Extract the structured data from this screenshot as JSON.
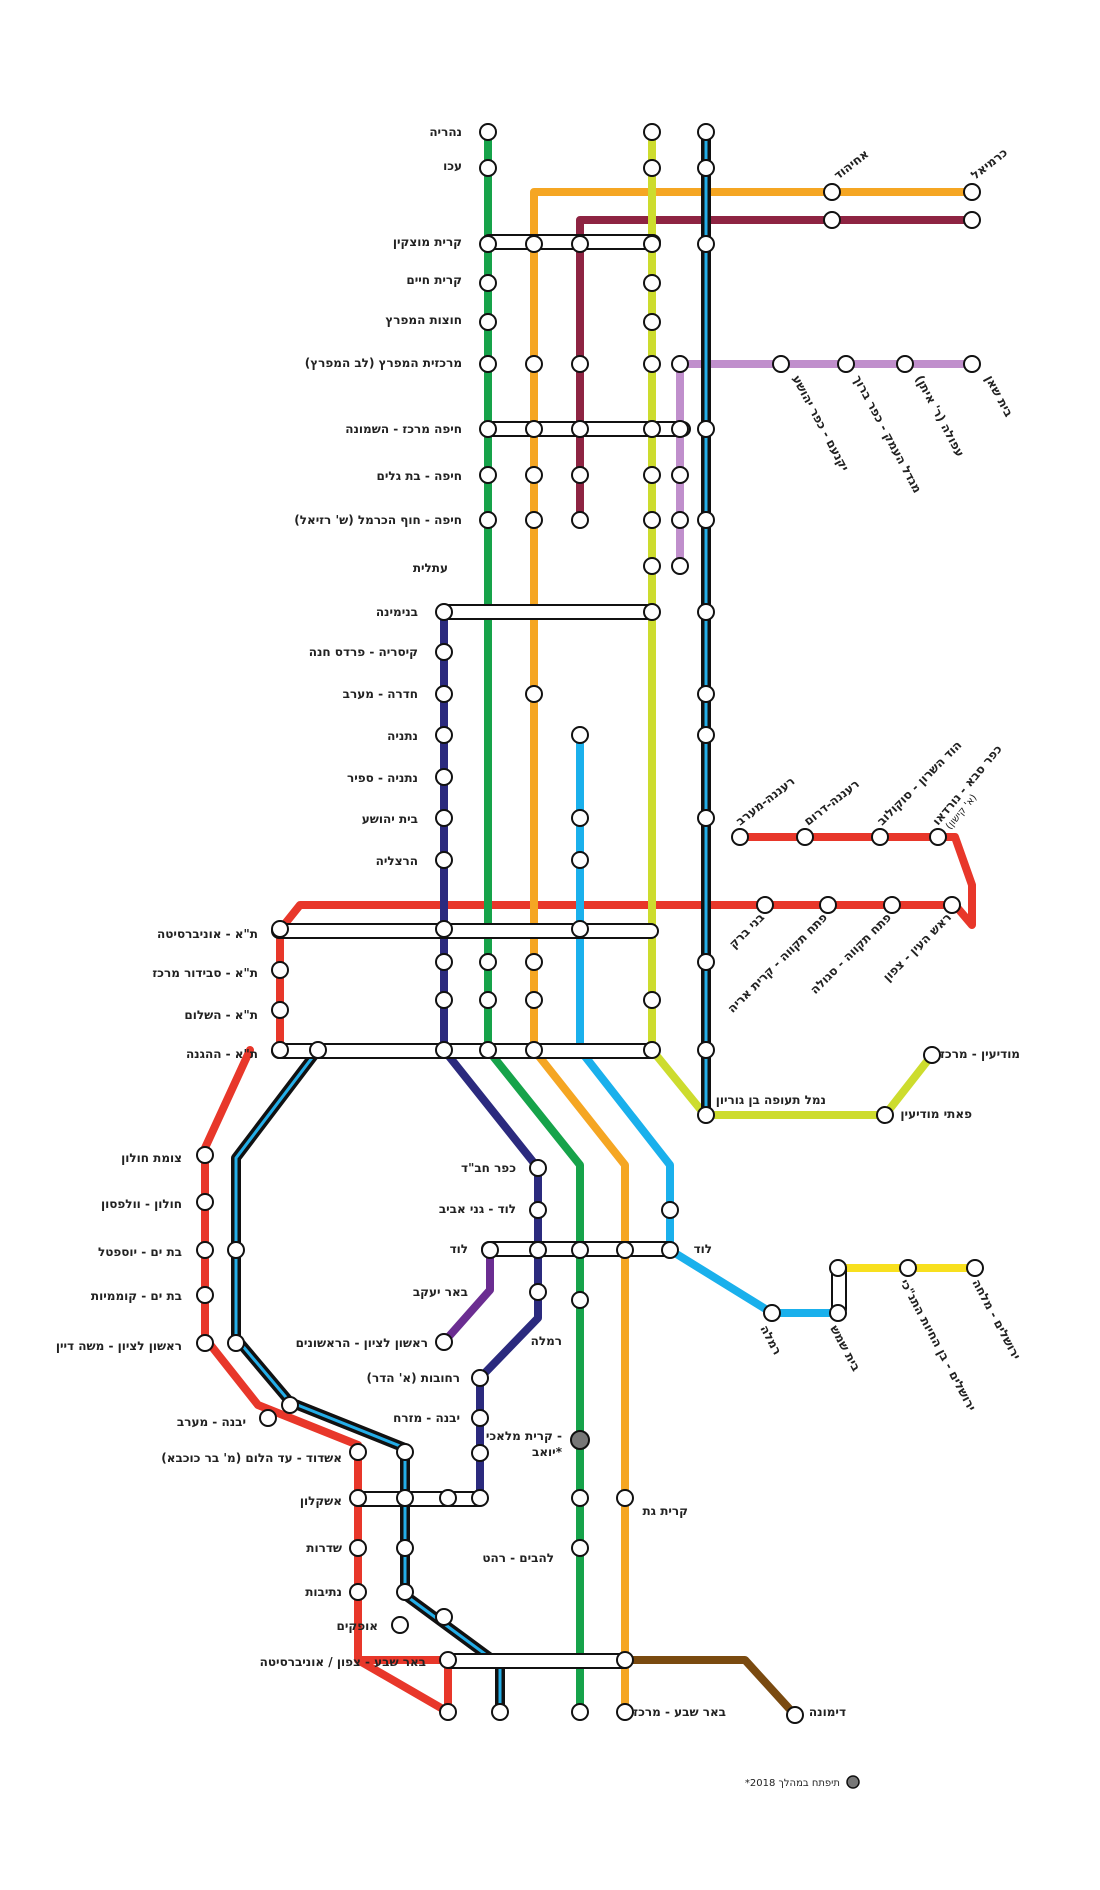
{
  "colors": {
    "green": "#16a34a",
    "orange": "#f5a623",
    "maroon": "#8e2442",
    "lime": "#cddc2e",
    "black_blue": "#111111",
    "blue_stripe": "#24aee8",
    "lilac": "#c08fcc",
    "navy": "#2b2a7e",
    "sky": "#1ab0ec",
    "red": "#e8372a",
    "purple": "#6b2d91",
    "yellow": "#f8e01e",
    "brown": "#7a4a10",
    "gray_station": "#777777"
  },
  "station_labels": {
    "naharia": "נהריה",
    "akko": "עכו",
    "karmiel": "כרמיאל",
    "ahihud": "אחיהוד",
    "kiryat_motzkin": "קרית מוצקין",
    "kiryat_haim": "קרית חיים",
    "hutzot": "חוצות המפרץ",
    "merkazit": "מרכזית המפרץ (לב המפרץ)",
    "beit_shean": "בית שאן",
    "afula": "עפולה (ר' איתן)",
    "migdal": "מגדל העמק - כפר ברוך",
    "yokneam": "יקנעם - כפר יהושע",
    "haifa_center": "חיפה מרכז - השמונה",
    "bat_galim": "חיפה - בת גלים",
    "hof_hacarmel": "חיפה - חוף הכרמל (ש' רזיאל)",
    "atlit": "עתלית",
    "binyamina": "בנימינה",
    "caesarea": "קיסריה - פרדס חנה",
    "hadera": "חדרה - מערב",
    "netanya": "נתניה",
    "netanya_sapir": "נתניה - ספיר",
    "beit_yehoshua": "בית יהושע",
    "herzliya": "הרצליה",
    "raanana_west": "רעננה-מערב",
    "raanana_south": "רעננה-דרום",
    "hod_hasharon": "הוד השרון - סוקולוב",
    "kfar_saba": "כפר סבא - נורדאו",
    "kfar_saba_sub": "(א' קישון)",
    "bnei_brak": "בני ברק",
    "pt_kiryat_arie": "פתח תקווה - קרית אריה",
    "pt_segula": "פתח תקווה - סגולה",
    "rosh_haayin": "ראש העין - צפון",
    "ta_university": "ת\"א - אוניברסיטה",
    "ta_savidor": "ת\"א - סבידור מרכז",
    "ta_hashalom": "ת\"א - השלום",
    "ta_hahagana": "ת\"א - ההגנה",
    "modiin_center": "מודיעין - מרכז",
    "paatei_modiin": "פאתי מודיעין",
    "ben_gurion": "נמל תעופה בן גוריון",
    "holon_junction": "צומת חולון",
    "holon_wolfson": "חולון - וולפסון",
    "bat_yam_yoseftal": "בת ים - יוספטל",
    "bat_yam_komemiyut": "בת ים - קוממיות",
    "rishon_moshe_dayan": "ראשון לציון - משה דיין",
    "kfar_habad": "כפר חב\"ד",
    "lod_ganei_aviv": "לוד - גני אביב",
    "lod": "לוד",
    "lod_right": "לוד",
    "beer_yaakov": "באר יעקב",
    "rishonim": "ראשון לציון - הראשונים",
    "ramla": "רמלה",
    "ramla_right": "רמלה",
    "beit_shemesh": "בית שמש",
    "jlm_hai_bar": "ירושלים - בן החיות התנ\"כי",
    "jlm_malha": "ירושלים - מלחה",
    "rehovot": "רחובות (א' הדר)",
    "yavne_east": "יבנה - מזרח",
    "yavne_west": "יבנה - מערב",
    "kiryat_malachi_1": "קרית מלאכי -",
    "kiryat_malachi_2": "יואב*",
    "ashdod": "אשדוד - עד הלום (מ' בר כוכבא)",
    "ashkelon": "אשקלון",
    "kiryat_gat": "קרית גת",
    "sderot": "שדרות",
    "lehavim": "להבים - רהט",
    "netivot": "נתיבות",
    "ofakim": "אופקים",
    "beer_sheva_north": "באר שבע - צפון / אוניברסיטה",
    "beer_sheva_center": "באר שבע - מרכז",
    "dimona": "דימונה"
  },
  "legend": {
    "note": "*תיפתח במהלך 2018"
  }
}
